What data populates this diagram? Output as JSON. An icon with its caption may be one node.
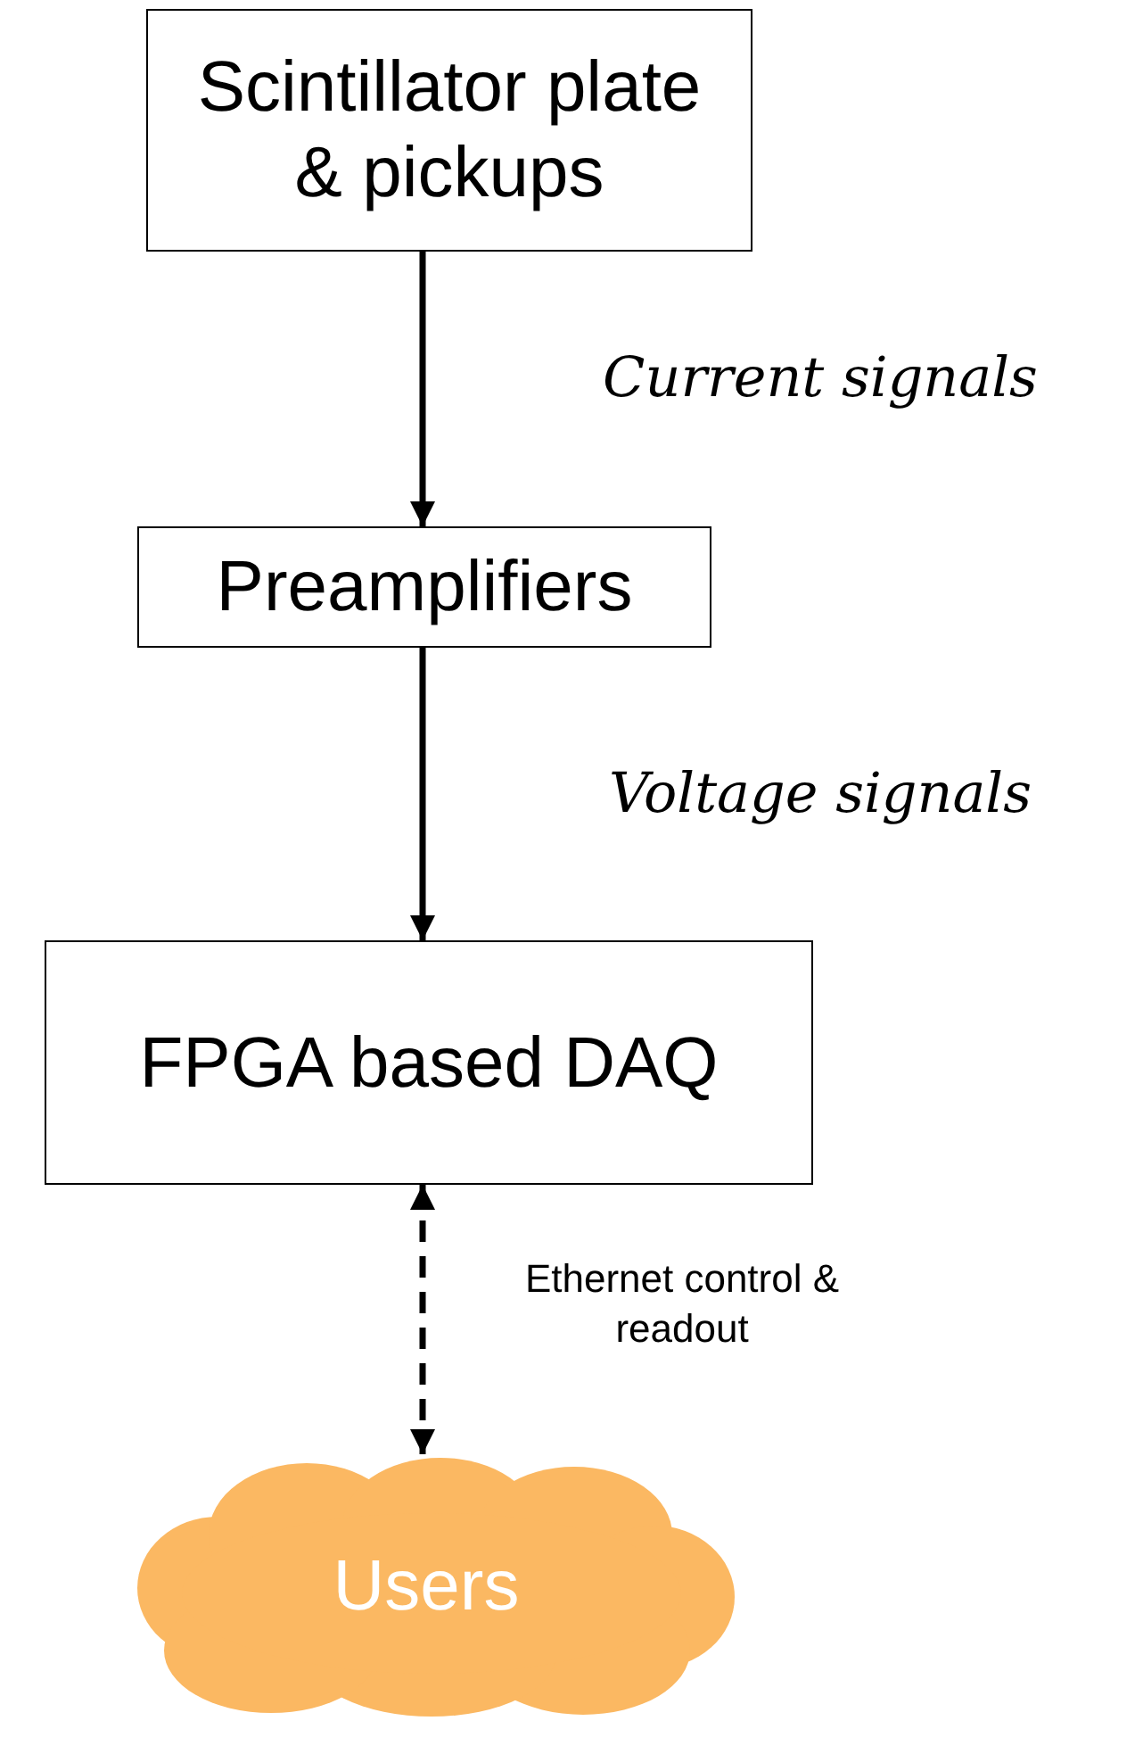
{
  "diagram": {
    "nodes": [
      {
        "text": [
          "Scintillator plate & pickups"
        ]
      },
      {
        "text": [
          "Preamplifiers"
        ]
      },
      {
        "text": [
          "FPGA based DAQ"
        ]
      },
      {
        "text": [
          "Users"
        ]
      }
    ],
    "edges": [
      {
        "from": 0,
        "to": 1,
        "arrow": "to",
        "label": "Current signals"
      },
      {
        "from": 1,
        "to": 2,
        "arrow": "to",
        "label": "Voltage signals"
      },
      {
        "from": 2,
        "to": 3,
        "arrow": "both",
        "label": "Ethernet control & readout",
        "style": "dashed"
      }
    ]
  }
}
